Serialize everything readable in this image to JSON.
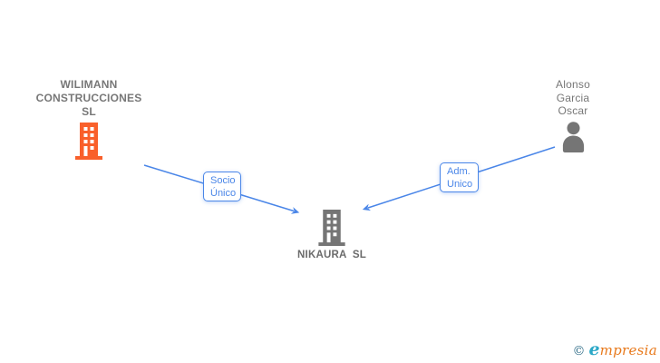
{
  "colors": {
    "edge_blue": "#4A86E8",
    "company_orange": "#F9602B",
    "neutral_gray": "#757575",
    "label_gray": "#777777",
    "logo_teal": "#2BA8C7",
    "logo_orange": "#E8791B",
    "copyright_teal": "#34708A"
  },
  "nodes": {
    "parent_company": {
      "name": "WILIMANN CONSTRUCCIONES SL",
      "icon": "building-icon",
      "color": "#F9602B"
    },
    "administrator": {
      "name": "Alonso Garcia Oscar",
      "icon": "person-icon",
      "color": "#757575"
    },
    "target_company": {
      "name": "NIKAURA  SL",
      "icon": "building-icon",
      "color": "#757575"
    }
  },
  "edges": [
    {
      "from": "WILIMANN CONSTRUCCIONES SL",
      "to": "NIKAURA  SL",
      "label_lines": [
        "Socio",
        "Único"
      ]
    },
    {
      "from": "Alonso Garcia Oscar",
      "to": "NIKAURA  SL",
      "label_lines": [
        "Adm.",
        "Unico"
      ]
    }
  ],
  "watermark": {
    "copyright": "©",
    "logo_first": "e",
    "logo_rest": "mpresia"
  }
}
